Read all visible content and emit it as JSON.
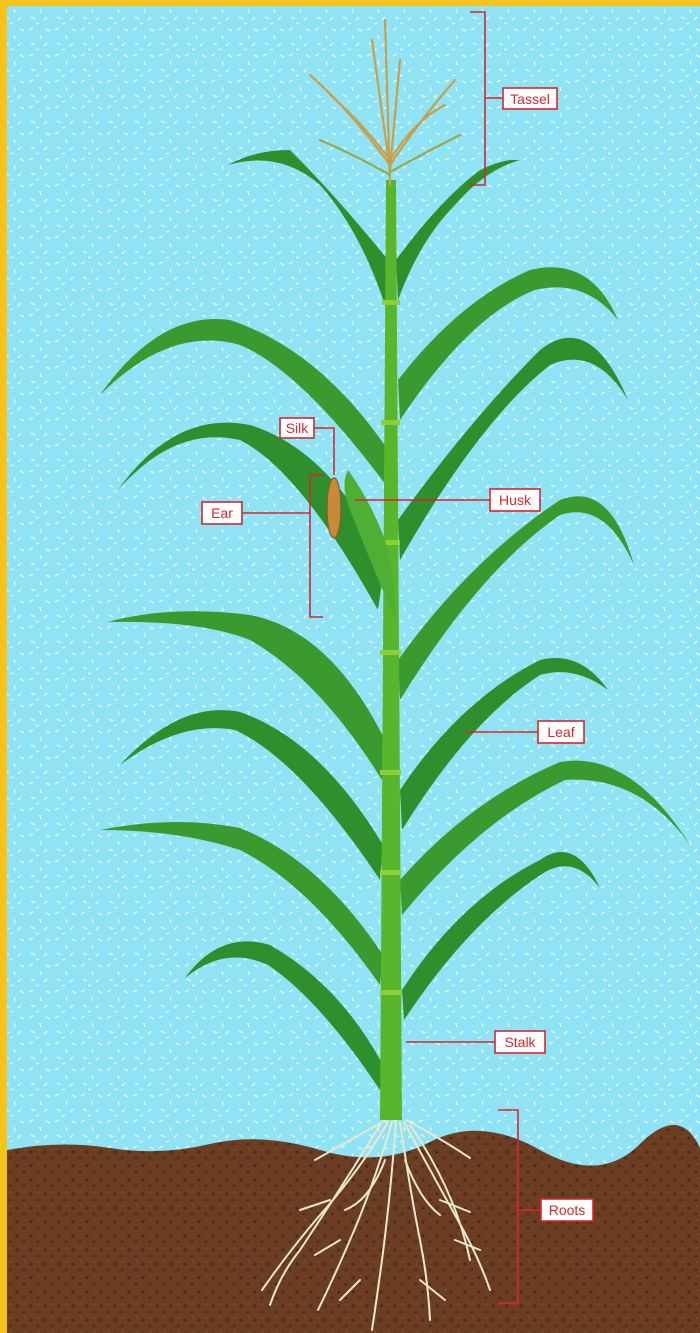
{
  "diagram": {
    "labels": {
      "tassel": "Tassel",
      "silk": "Silk",
      "ear": "Ear",
      "husk": "Husk",
      "leaf": "Leaf",
      "stalk": "Stalk",
      "roots": "Roots"
    },
    "colors": {
      "frame": "#f6c21c",
      "sky": "#8fe3f5",
      "soil": "#6b3e23",
      "leaf": "#2f8f2c",
      "stalk": "#58b52c",
      "label": "#d6262d",
      "roots": "#ece7cf"
    }
  }
}
